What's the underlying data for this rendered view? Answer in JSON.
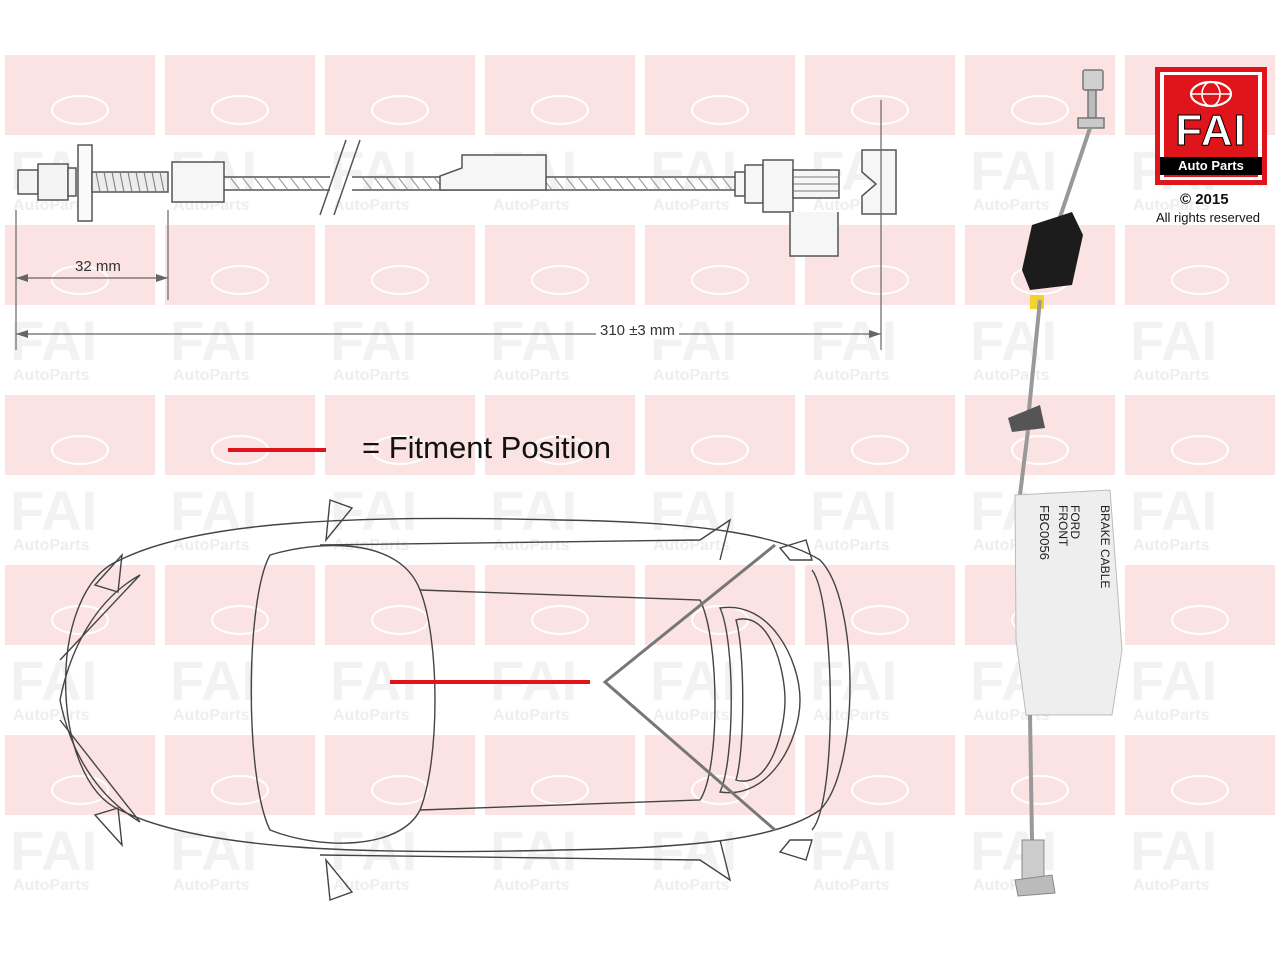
{
  "dimensions": {
    "short": "32  mm",
    "overall": "310  ±3  mm"
  },
  "legend": {
    "label": "= Fitment Position",
    "line_color": "#e0141b"
  },
  "brand": {
    "logo_text": "FAI",
    "logo_sub": "Auto Parts",
    "copyright_year": "© 2015",
    "rights": "All rights reserved",
    "watermark_text": "FAI",
    "watermark_sub": "AutoParts",
    "accent": "#e0141b"
  },
  "product_tag": {
    "line1": "BRAKE CABLE",
    "line2": "FORD",
    "line3": "FRONT",
    "line4": "FBC0056"
  }
}
